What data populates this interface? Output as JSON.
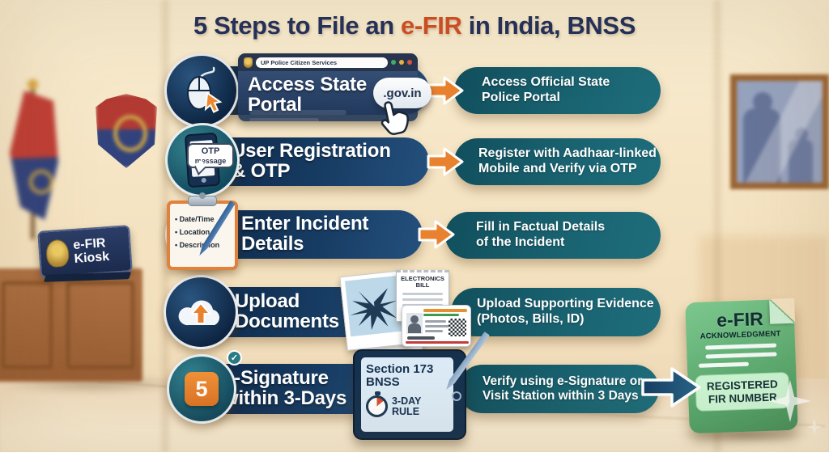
{
  "title": {
    "prefix": "5 Steps to File an ",
    "highlight": "e-FIR",
    "suffix": " in India, BNSS"
  },
  "colors": {
    "background_beige": "#f4e3c2",
    "pill_navy": "#16355c",
    "pill_teal": "#19616f",
    "arrow_orange": "#e8822f",
    "title_navy": "#22305c",
    "title_orange": "#cf4e24",
    "acknowledgment_green": "#5fae72"
  },
  "kiosk": {
    "label": "e-FIR\nKiosk"
  },
  "steps": [
    {
      "icon": "computer-mouse-icon",
      "label": "Access State\nPortal",
      "description": "Access Official State\nPolice Portal",
      "browser_title": "UP Police Citizen Services",
      "badge": ".gov.in"
    },
    {
      "icon": "otp-phone-icon",
      "label": "User Registration\n& OTP",
      "description": "Register with Aadhaar-linked\nMobile and Verify via OTP",
      "bubble": "OTP\nmessage"
    },
    {
      "icon": "clipboard-pen-icon",
      "label": "Enter Incident\nDetails",
      "description": "Fill in Factual Details\nof the Incident",
      "bullets": [
        "Date/Time",
        "Location",
        "Description"
      ]
    },
    {
      "icon": "cloud-upload-icon",
      "label": "Upload\nDocuments",
      "description": "Upload Supporting Evidence\n(Photos, Bills, ID)",
      "bill_label": "ELECTRONICS\nBILL"
    },
    {
      "icon": "number-5-check-icon",
      "label": "e-Signature\nwithin 3-Days",
      "description": "Verify using e-Signature or\nVisit Station within 3 Days",
      "number": "5",
      "check": "✓",
      "tablet_text": "Section 173\nBNSS",
      "rule_text": "3-DAY\nRULE"
    }
  ],
  "acknowledgment": {
    "title": "e-FIR",
    "subtitle": "ACKNOWLEDGMENT",
    "badge": "REGISTERED\nFIR NUMBER"
  }
}
